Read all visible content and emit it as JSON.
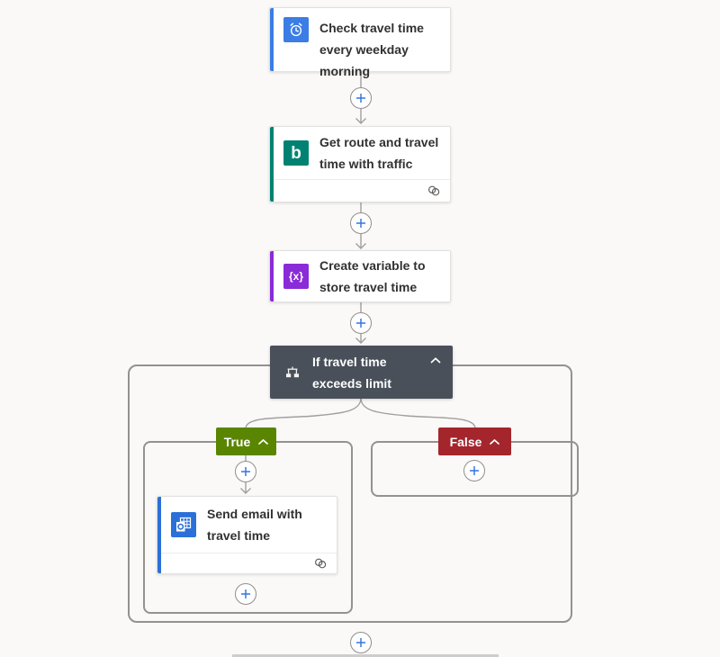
{
  "colors": {
    "canvas_bg": "#faf9f8",
    "trigger_accent": "#3b7de4",
    "bing_accent": "#008272",
    "variable_accent": "#8a2bd8",
    "outlook_accent": "#2b70d8",
    "condition_bg": "#49505a",
    "true_bg": "#5a8500",
    "false_bg": "#a4262c",
    "connector": "#a19f9d",
    "container_border": "#94928f",
    "plus_blue": "#3575e0",
    "card_text": "#323130"
  },
  "nodes": {
    "trigger": {
      "title": "Check travel time every weekday morning"
    },
    "get_route": {
      "title": "Get route and travel time with traffic"
    },
    "create_variable": {
      "title": "Create variable to store travel time"
    },
    "condition": {
      "title": "If travel time exceeds limit"
    },
    "send_email": {
      "title": "Send email with travel time"
    }
  },
  "branches": {
    "true_label": "True",
    "false_label": "False"
  },
  "icons": {
    "trigger": {
      "name": "recurrence-clock-icon"
    },
    "get_route": {
      "name": "bing-maps-icon",
      "glyph": "b"
    },
    "create_variable": {
      "name": "variable-icon",
      "glyph": "{x}"
    },
    "condition": {
      "name": "condition-branch-icon"
    },
    "send_email": {
      "name": "outlook-icon"
    },
    "footer": {
      "name": "connection-icon"
    },
    "insert": {
      "name": "insert-step-plus-icon"
    },
    "collapse": {
      "name": "chevron-up-icon"
    }
  }
}
